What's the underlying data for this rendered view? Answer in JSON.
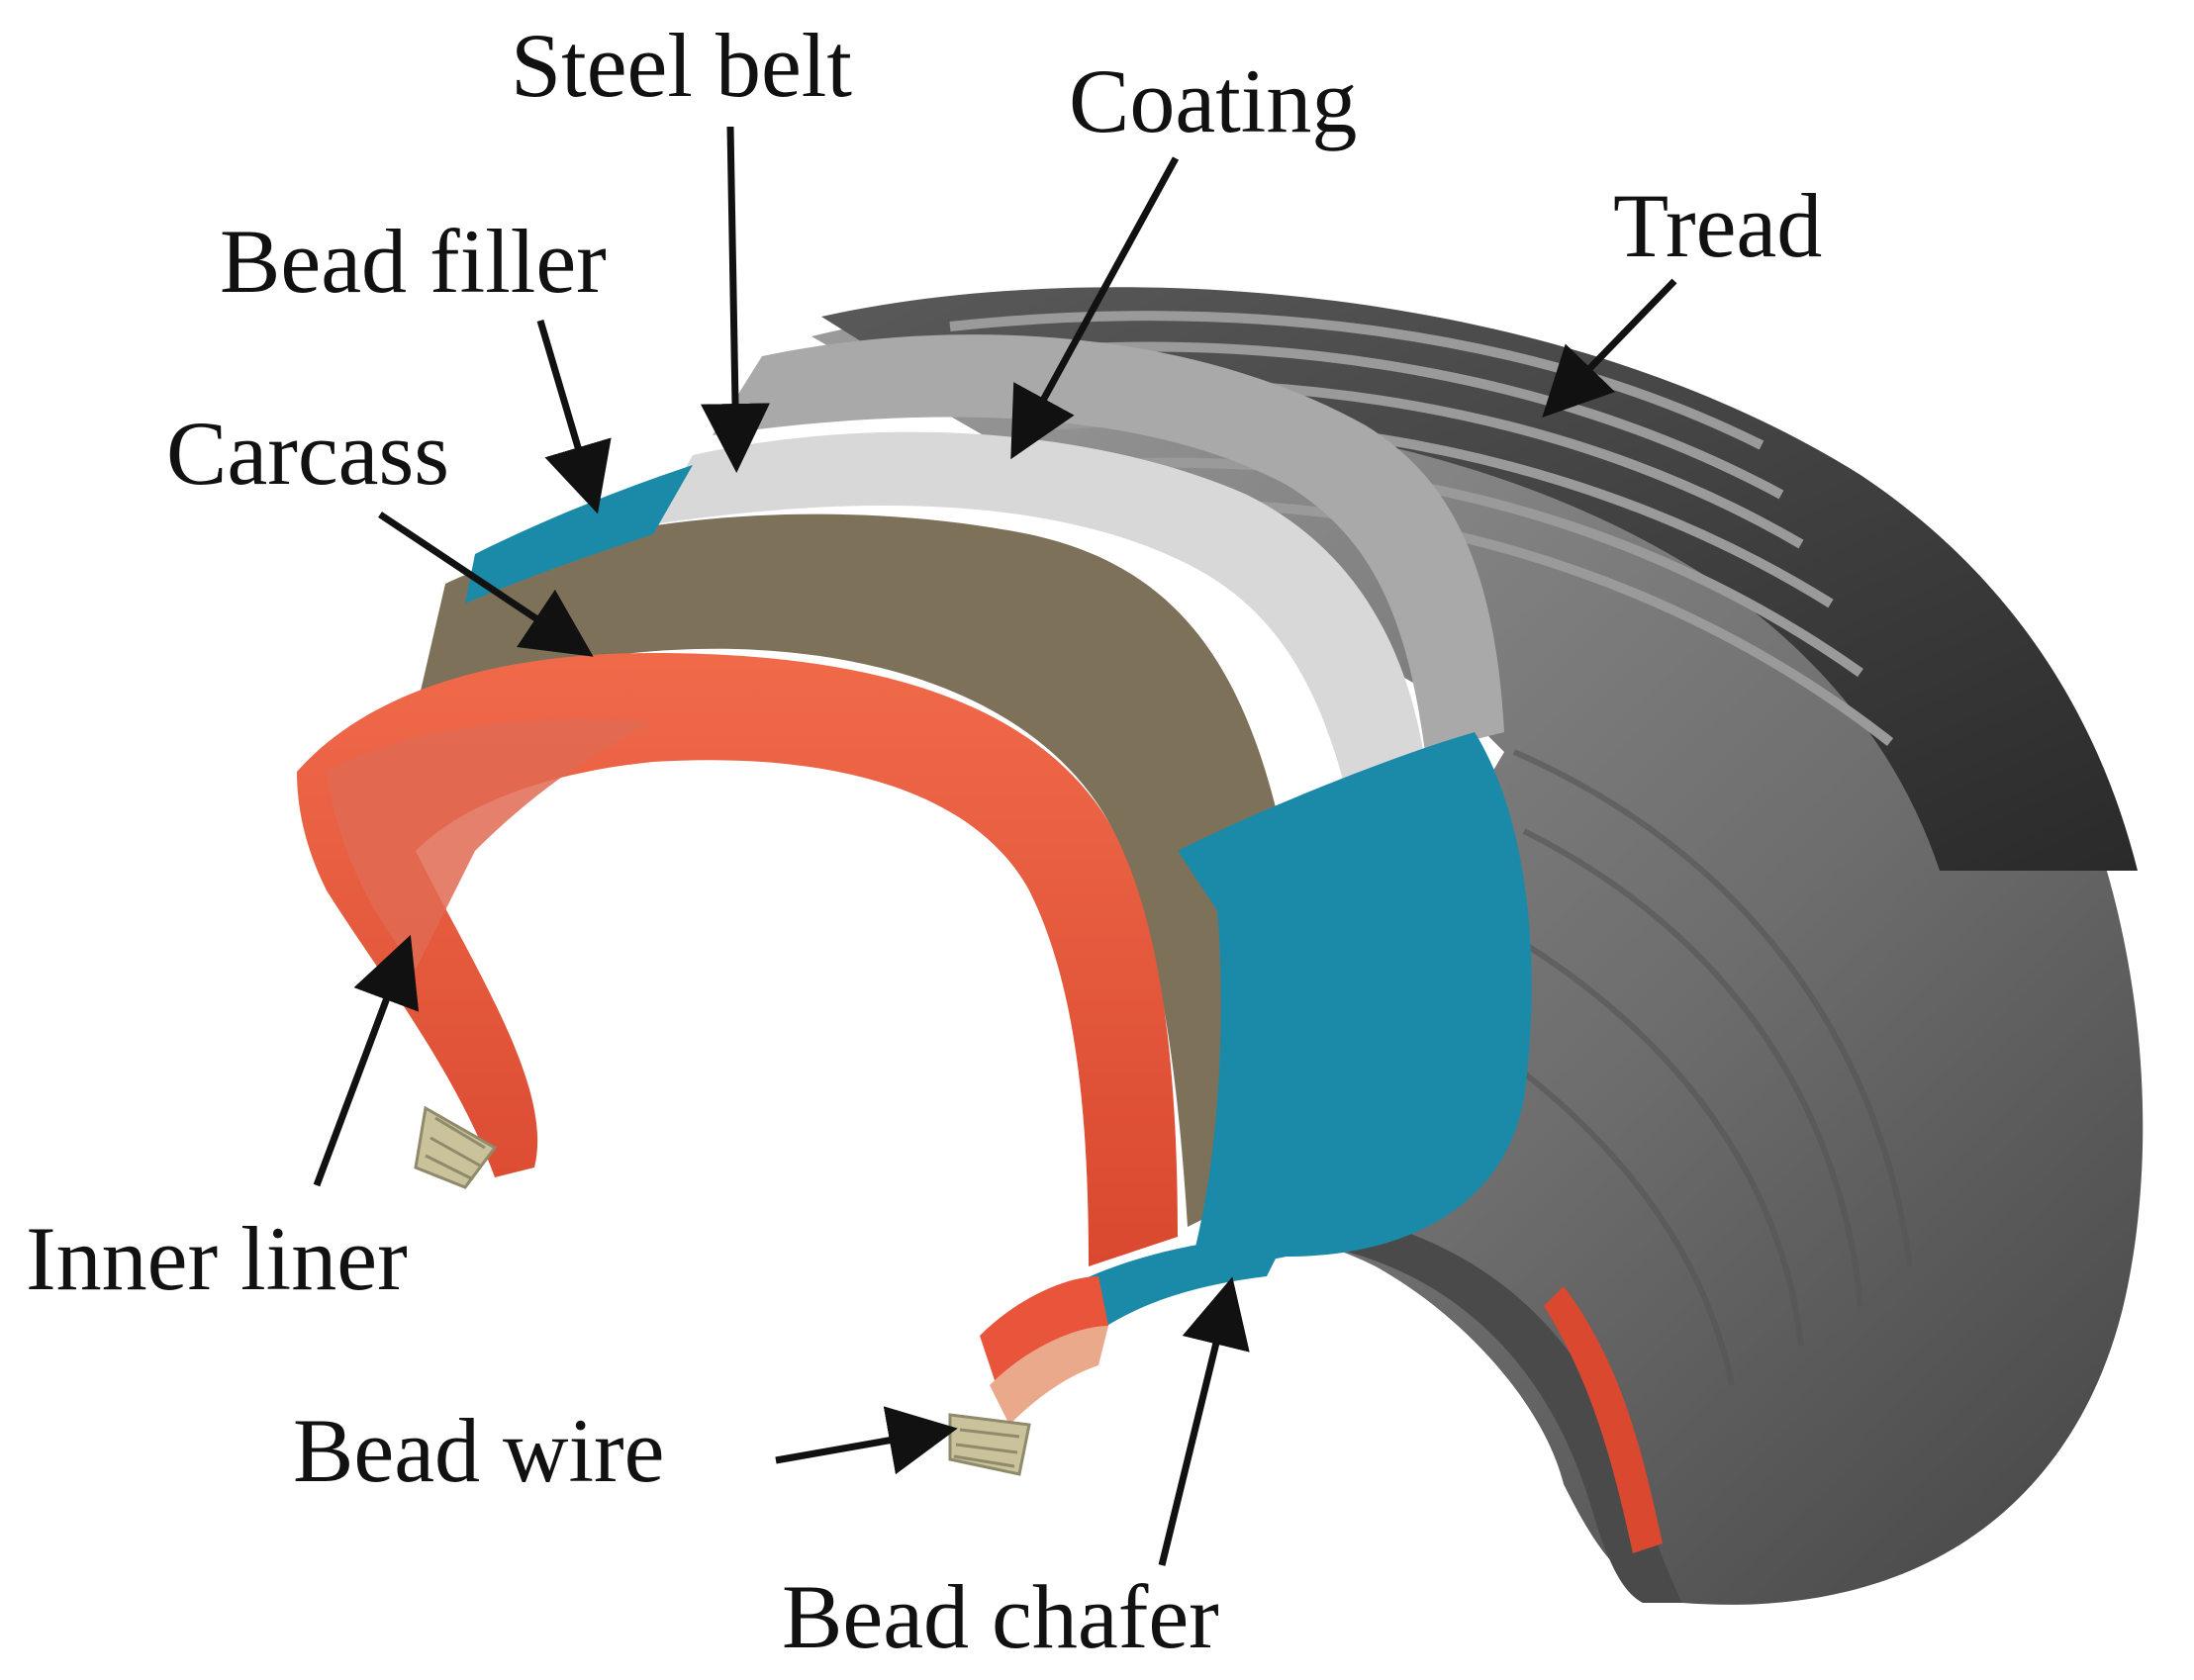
{
  "labels": {
    "steel_belt": "Steel belt",
    "coating": "Coating",
    "tread": "Tread",
    "bead_filler": "Bead filler",
    "carcass": "Carcass",
    "inner_liner": "Inner liner",
    "bead_wire": "Bead wire",
    "bead_chafer": "Bead chafer"
  },
  "colors": {
    "inner_liner": "#e8553a",
    "carcass": "#7e715a",
    "steel_belt": "#d6d6d6",
    "coating": "#a8a8a8",
    "tread": "#3d3d3d",
    "sidewall": "#8a8a8a",
    "bead_filler": "#1b8aa8",
    "bead_chafer": "#1b8aa8",
    "bead_wire": "#c9c29a",
    "arrow": "#111111"
  }
}
